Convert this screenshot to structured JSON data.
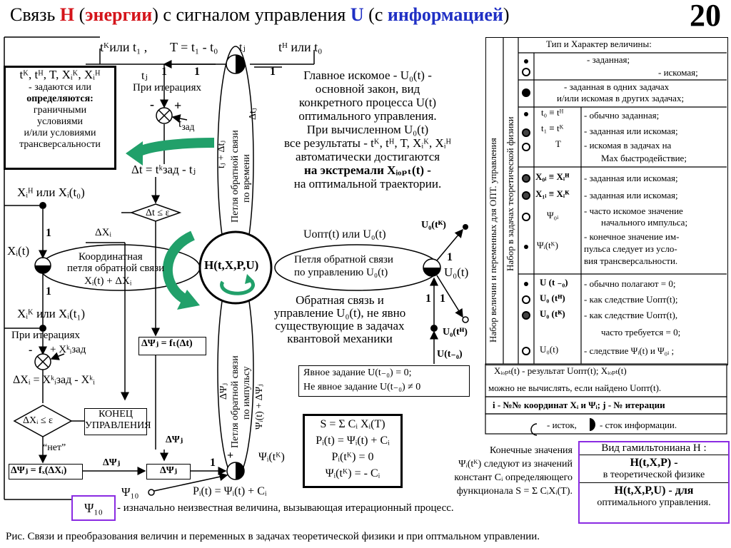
{
  "title": {
    "p1": "Связь ",
    "p2": "H",
    "p3": " (",
    "p4": "энергии",
    "p5": ") с сигналом управления ",
    "p6": "U",
    "p7": " (с ",
    "p8": "информацией",
    "p9": ")",
    "number": "20"
  },
  "top_labels": {
    "tk_or_t1": "tᴷили t₁ ,",
    "T_eq": "T = t₁ - t₀",
    "tn_or_t0": "tᴴ или t₀",
    "tj": "tⱼ",
    "tj_left": "tⱼ",
    "one_a": "1",
    "one_b": "1",
    "one_c": "1",
    "at_iterations": "При итерациях",
    "t_zad": "t",
    "t_zad_sub": "зад",
    "delta_t": "Δt = tᵏзад - tⱼ",
    "minus": "-",
    "plus": "+"
  },
  "left_box": {
    "line1": "tᴷ, tᴴ, T, Xᵢᴷ, Xᵢᴴ",
    "line2": "- задаются или",
    "line3": "определяются:",
    "line4": "граничными",
    "line5": "условиями",
    "line6": "и/или условиями",
    "line7": "трансверсальности"
  },
  "main_text": {
    "l1": "Главное искомое - U₀(t) -",
    "l2": "основной закон, вид",
    "l3": "конкретного процесса U(t)",
    "l4": "оптимального управления.",
    "l5": "При вычисленном U₀(t)",
    "l6": "все результаты - tᴷ, tᴴ, T, Xᵢᴷ, Xᵢᴴ",
    "l7": "автоматически достигаются",
    "l8": "на экстремали Xᵢₒₚₜ(t) -",
    "l9": "на оптимальной траектории."
  },
  "loops": {
    "time_loop_a": "Петля обратной связи",
    "time_loop_b": "по времени",
    "time_tj": "tⱼ + Δtⱼ",
    "time_dtj": "Δtⱼ",
    "coord_a": "Координатная",
    "coord_b": "петля обратной связи",
    "coord_c": "Xᵢ(t) + ΔXᵢ",
    "ctrl_a": "Петля обратной связи",
    "ctrl_b": "по управлению U₀(t)",
    "imp_a": "Петля обратной связи",
    "imp_b": "по импульсу",
    "imp_psi": "Ψᵢ(t) + ΔΨⱼ",
    "imp_dpsi": "ΔΨⱼ",
    "hamiltonian": "H(t,X,P,U)"
  },
  "left_chain": {
    "xn": "Xᵢᴴ или Xᵢ(t₀)",
    "xi_t": "Xᵢ(t)",
    "one1": "1",
    "one2": "1",
    "dXi": "ΔXᵢ",
    "xk": "Xᵢᴷ или Xᵢ(t₁)",
    "at_iter": "При итерациях",
    "x_zad": "+ Xᵏᵢзад",
    "minus": "-",
    "dx_eq": "ΔXᵢ = Xᵏᵢзад - Xᵏᵢ",
    "dx_le": "ΔXᵢ ≤ ε",
    "net": "“нет”",
    "end_a": "КОНЕЦ",
    "end_b": "УПРАВЛЕНИЯ",
    "dpsi_fx": "ΔΨⱼ = fₓ(ΔXᵢ)",
    "dpsi": "ΔΨⱼ",
    "dpsi2": "ΔΨⱼ",
    "dpsi_ft": "ΔΨⱼ = fₜ(Δt)",
    "dt_le": "Δt ≤ ε",
    "dpsi_j": "ΔΨⱼ",
    "psi10": "Ψ₁₀",
    "one3": "1",
    "plus": "+"
  },
  "right_mid": {
    "u_opt": "Uопт(t) или U₀(t)",
    "u0tk": "U₀(tᴷ)",
    "u0t": "U₀(t)",
    "u0tn": "U₀(tᴴ)",
    "u_t0": "U(t₋₀)",
    "one1": "1",
    "one2": "1",
    "one3": "1",
    "fb_a": "Обратная связь и",
    "fb_b": "управление U₀(t), не явно",
    "fb_c": "существующие в задачах",
    "fb_d": "квантовой механики",
    "expl_a": "Явное задание U(t₋₀) = 0;",
    "expl_b": "Не явное задание U(t₋₀) ≠ 0"
  },
  "bottom": {
    "pi_label": "Pᵢ(t) =  Ψᵢ(t) + Cᵢ",
    "psi_tk": "Ψᵢ(tᴷ)",
    "formula_a": "S = Σ Cᵢ Xᵢ(T)",
    "formula_b": "Pᵢ(t) = Ψᵢ(t) + Cᵢ",
    "formula_c": "Pᵢ(tᴷ) = 0",
    "formula_d": "Ψᵢ(tᴷ) = - Cᵢ",
    "final_a": "Конечные значения",
    "final_b": "Ψᵢ(tᴷ) следуют из значений",
    "final_c": "констант Cᵢ определяющего",
    "final_d": "функционала S = Σ CᵢXᵢ(T).",
    "psi10_box": "Ψ₁₀",
    "psi10_desc": "- изначально неизвестная величина, вызывающая итерационный процесс.",
    "caption": "Рис.      Связи и преобразования величин и переменных в задачах теоретической физики и при оптмальном управлении."
  },
  "table": {
    "side_a": "Набор величин и переменных для ОПТ. управления",
    "side_b": "Набор в задачах теоретической физики",
    "header": "Тип и Характер величины:",
    "r1a": "- заданная;",
    "r1b": "- искомая;",
    "r2a": "- заданная в одних задачах",
    "r2b": "и/или искомая в других задачах;",
    "r3_sym1": "t₀ ≡ tᴴ",
    "r3_sym2": "t₁ ≡ tᴷ",
    "r3_sym3": "T",
    "r3a": "- обычно заданная;",
    "r3b": "- заданная или искомая;",
    "r3c": "- искомая в задачах на",
    "r3d": "Max быстродействие;",
    "r4_sym1": "X₀ᵢ ≡ Xᵢᴴ",
    "r4_sym2": "X₁ᵢ ≡ Xᵢᴷ",
    "r4_sym3": "Ψ₀ᵢ",
    "r4_sym4": "Ψᵢ(tᴷ)",
    "r4a": "- заданная или искомая;",
    "r4b": "- заданная или искомая;",
    "r4c": "- часто искомое значение",
    "r4d": "начального импульса;",
    "r4e": "- конечное значение им-",
    "r4f": "пульса следует из усло-",
    "r4g": "вия трансверсальности.",
    "r5_sym1": "U (t ₋₀)",
    "r5_sym2": "U₀ (tᴴ)",
    "r5_sym3": "U₀ (tᴷ)",
    "r5_sym4": "U₀(t)",
    "r5a": "- обычно полагают = 0;",
    "r5b": "- как следствие Uопт(t);",
    "r5c": "- как следствие Uопт(t),",
    "r5d": "часто  требуется = 0;",
    "r5e": "- следствие Ψᵢ(t) и Ψ₀ᵢ ;",
    "n1": "Xᵢₒₚₜ(t) - результат Uопт(t);    Xᵢₒₚₜ(t)",
    "n2": "можно не вычислять, если найдено Uопт(t).",
    "n3": "i - №№ координат Xᵢ и Ψᵢ;  j - № итерации",
    "n4a": "- исток,",
    "n4b": "- сток информации."
  },
  "ham_box": {
    "title": "Вид гамильтониана H :",
    "a1": "H(t,X,P) -",
    "a2": "в теоретической физике",
    "b1": "H(t,X,P,U) - для",
    "b2": "оптимального управления."
  },
  "colors": {
    "red": "#d4141a",
    "blue": "#1f2fc4",
    "green": "#21a06a",
    "purple": "#8a2be2"
  }
}
